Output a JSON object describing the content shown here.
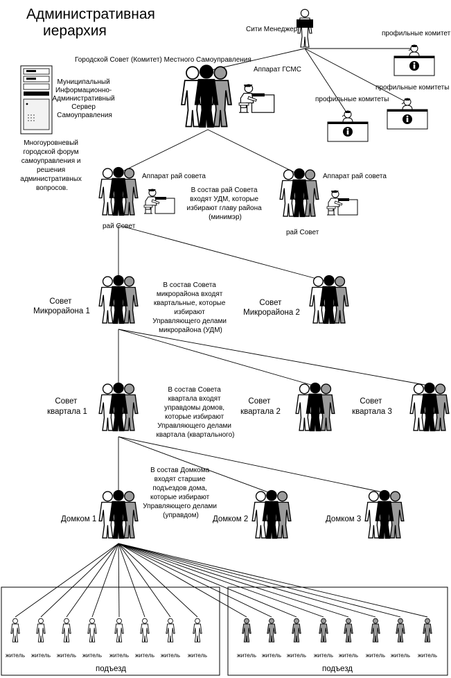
{
  "title": [
    "Административная",
    "иерархия"
  ],
  "labels": {
    "city_manager": "Сити Менеджер",
    "committees_1": "профильные комитеты",
    "committees_2": "профильные комитеты",
    "committees_3": "профильные комитеты",
    "city_council": "Городской Совет (Комитет)  Местного Самоуправления",
    "apparat_gsms": "Аппарат ГСМС",
    "server": [
      "Муниципальный",
      "Информационно-",
      "Административный",
      "Сервер",
      "Самоуправления"
    ],
    "forum": [
      "Многоуровневый",
      "городской форум",
      "самоуправления и",
      "решения",
      "административных",
      "вопросов."
    ],
    "apparat_rai_left": "Аппарат рай совета",
    "apparat_rai_right": "Аппарат рай совета",
    "rai_sovet_left": "рай Совет",
    "rai_sovet_right": "рай Совет",
    "rai_note": [
      "В состав рай Совета",
      "входят УДМ, которые",
      "избирают главу района",
      "(минимэр)"
    ],
    "micro_1": [
      "Совет",
      "Микрорайона 1"
    ],
    "micro_2": [
      "Совет",
      "Микрорайона 2"
    ],
    "micro_note": [
      "В состав Совета",
      "микрорайона входят",
      "квартальные, которые",
      "избирают",
      "Управляющего делами",
      "микрорайона (УДМ)"
    ],
    "kv_1": [
      "Совет",
      "квартала  1"
    ],
    "kv_2": [
      "Совет",
      "квартала 2"
    ],
    "kv_3": [
      "Совет",
      "квартала 3"
    ],
    "kv_note": [
      "В состав Совета",
      "квартала входят",
      "управдомы домов,",
      "которые избирают",
      "Управляющего делами",
      "квартала (квартального)"
    ],
    "domkom_1": "Домком 1",
    "domkom_2": "Домком 2",
    "domkom_3": "Домком 3",
    "domkom_note": [
      "В состав Домкома",
      "входят старшие",
      "подъездов дома,",
      "которые избирают",
      "Управляющего делами",
      "(управдом)"
    ],
    "resident": "житель",
    "entrance_left": "подъезд",
    "entrance_right": "подъезд"
  },
  "colors": {
    "black": "#000000",
    "white": "#ffffff",
    "gray": "#9b9b9b",
    "dark_gray": "#6e6e6e"
  },
  "icons": {
    "group": "three-people-icon",
    "person": "person-icon",
    "worker": "desk-worker-icon",
    "committee": "info-kiosk-icon",
    "server": "server-tower-icon"
  }
}
